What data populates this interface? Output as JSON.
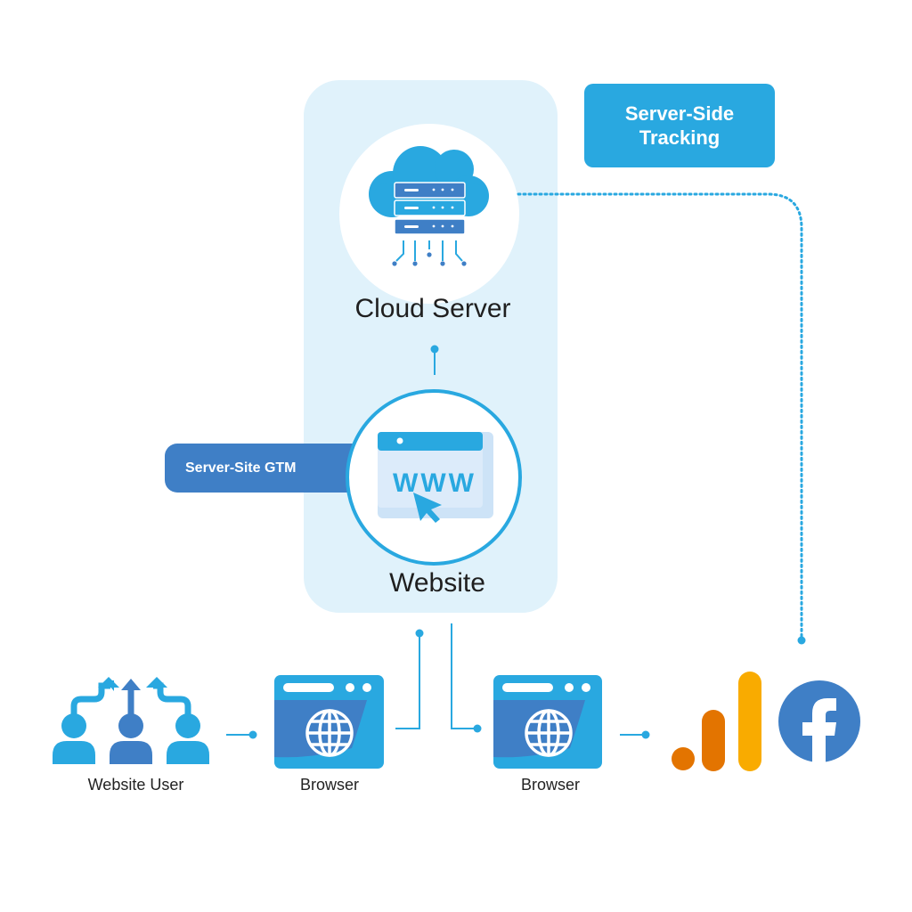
{
  "title_badge": {
    "text_line1": "Server-Side",
    "text_line2": "Tracking"
  },
  "nodes": {
    "cloud_server": {
      "label": "Cloud Server",
      "icon": "cloud-server-icon"
    },
    "website": {
      "label": "Website",
      "icon": "www-browser-icon"
    },
    "gtm": {
      "label": "Server-Site GTM"
    },
    "website_user": {
      "label": "Website User",
      "icon": "users-icon"
    },
    "browser_1": {
      "label": "Browser",
      "icon": "browser-globe-icon"
    },
    "browser_2": {
      "label": "Browser",
      "icon": "browser-globe-icon"
    },
    "analytics": {
      "icon": "google-analytics-icon"
    },
    "facebook": {
      "icon": "facebook-icon"
    }
  },
  "colors": {
    "primary_blue": "#29a8e0",
    "dark_blue": "#3f7fc6",
    "panel_bg": "#e0f2fb",
    "ga_orange_dark": "#e37400",
    "ga_orange_light": "#f9ab00",
    "facebook_blue": "#3f7fc6"
  }
}
